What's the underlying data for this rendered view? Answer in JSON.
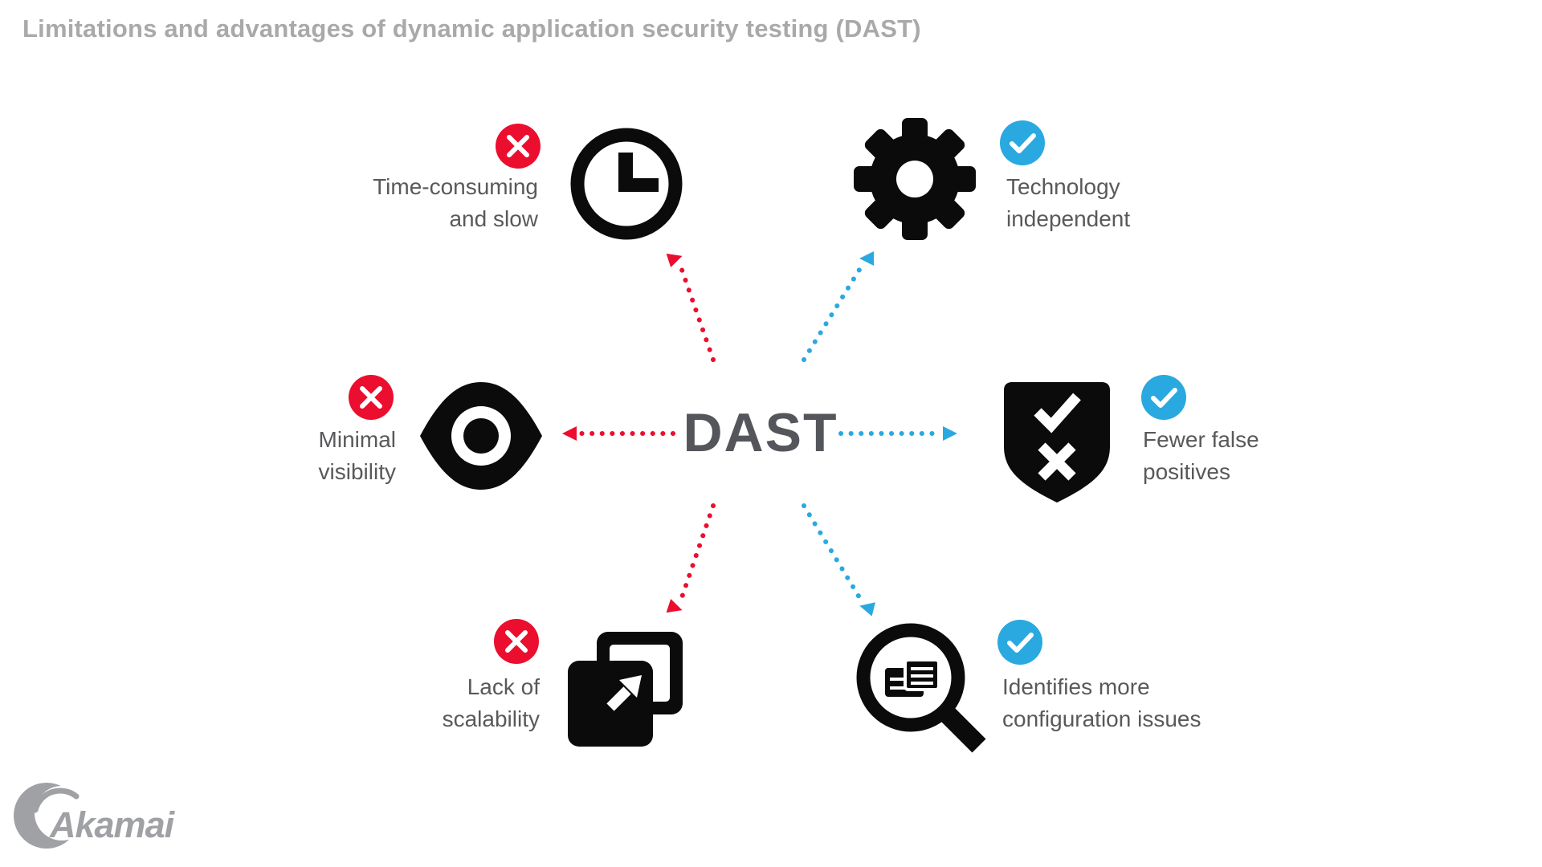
{
  "title": "Limitations and advantages of dynamic application security testing (DAST)",
  "center": {
    "label": "DAST"
  },
  "colors": {
    "limitation_red": "#EC0E2E",
    "advantage_blue": "#29A9E0",
    "icon_black": "#0B0B0C",
    "label_gray": "#58595B",
    "title_gray": "#A9A9A9",
    "logo_gray": "#A0A1A5"
  },
  "items": [
    {
      "id": "time-consuming",
      "type": "limitation",
      "icon": "clock-icon",
      "badge": "x-badge",
      "lines": [
        "Time-consuming",
        "and slow"
      ]
    },
    {
      "id": "technology-independent",
      "type": "advantage",
      "icon": "gear-icon",
      "badge": "check-badge",
      "lines": [
        "Technology",
        "independent"
      ]
    },
    {
      "id": "minimal-visibility",
      "type": "limitation",
      "icon": "eye-icon",
      "badge": "x-badge",
      "lines": [
        "Minimal",
        "visibility"
      ]
    },
    {
      "id": "fewer-false-positives",
      "type": "advantage",
      "icon": "shield-icon",
      "badge": "check-badge",
      "lines": [
        "Fewer false",
        "positives"
      ]
    },
    {
      "id": "lack-of-scalability",
      "type": "limitation",
      "icon": "scale-icon",
      "badge": "x-badge",
      "lines": [
        "Lack of",
        "scalability"
      ]
    },
    {
      "id": "identifies-configuration-issues",
      "type": "advantage",
      "icon": "magnifier-icon",
      "badge": "check-badge",
      "lines": [
        "Identifies more",
        "configuration issues"
      ]
    }
  ],
  "logo": {
    "text": "Akamai"
  }
}
